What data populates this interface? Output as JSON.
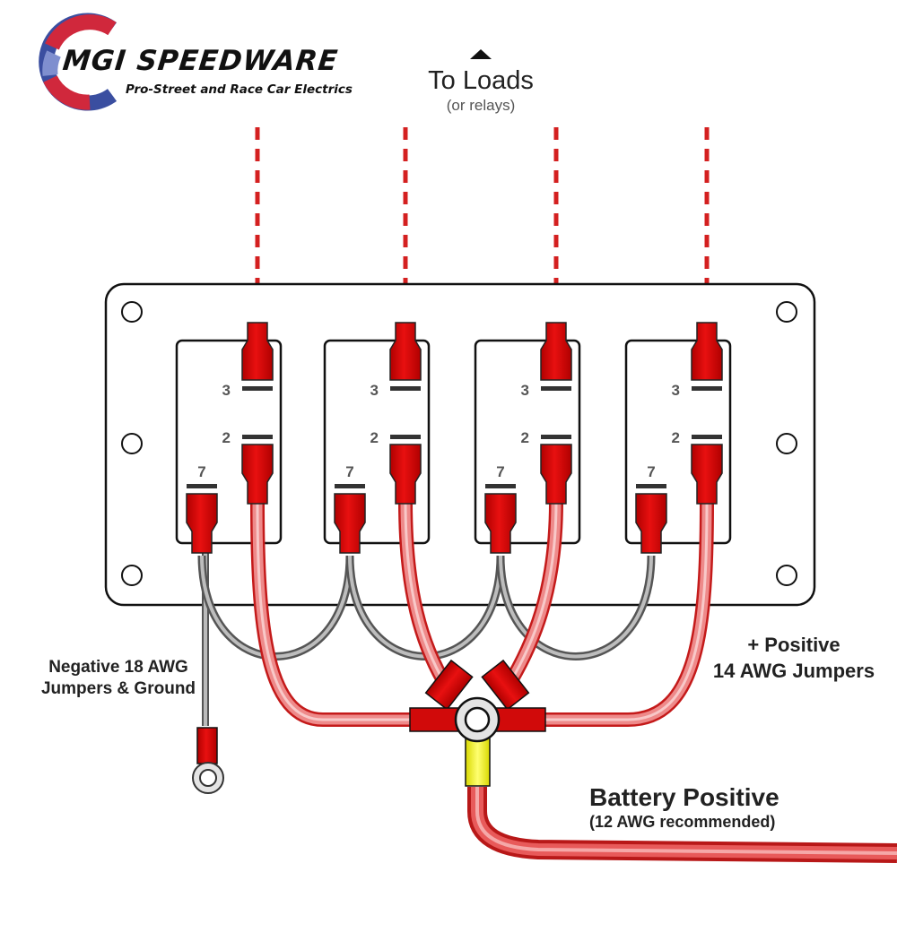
{
  "brand": {
    "name": "MGI SPEEDWARE",
    "tagline": "Pro-Street and Race Car Electrics",
    "colors": {
      "red": "#d0283c",
      "blue": "#3a4ea0",
      "light_blue": "#7f8fcf"
    }
  },
  "loads": {
    "icon": "up-triangle-icon",
    "title": "To Loads",
    "subtitle": "(or relays)"
  },
  "switches": [
    {
      "id": "switch-1",
      "pins": [
        {
          "label": "3",
          "role": "load-output"
        },
        {
          "label": "2",
          "role": "power-input"
        },
        {
          "label": "7",
          "role": "ground"
        }
      ]
    },
    {
      "id": "switch-2",
      "pins": [
        {
          "label": "3",
          "role": "load-output"
        },
        {
          "label": "2",
          "role": "power-input"
        },
        {
          "label": "7",
          "role": "ground"
        }
      ]
    },
    {
      "id": "switch-3",
      "pins": [
        {
          "label": "3",
          "role": "load-output"
        },
        {
          "label": "2",
          "role": "power-input"
        },
        {
          "label": "7",
          "role": "ground"
        }
      ]
    },
    {
      "id": "switch-4",
      "pins": [
        {
          "label": "3",
          "role": "load-output"
        },
        {
          "label": "2",
          "role": "power-input"
        },
        {
          "label": "7",
          "role": "ground"
        }
      ]
    }
  ],
  "labels": {
    "negative_line1": "Negative 18 AWG",
    "negative_line2": "Jumpers & Ground",
    "positive_line1": "+ Positive",
    "positive_line2": "14 AWG Jumpers",
    "battery_title": "Battery Positive",
    "battery_sub": "(12 AWG recommended)"
  },
  "colors": {
    "wire_red": "#e86a6a",
    "wire_red_dark": "#c41a1a",
    "terminal_red": "#d10a0a",
    "wire_gray": "#8a8a8a",
    "ring_yellow": "#f2f21a",
    "load_dash": "#d42020"
  }
}
